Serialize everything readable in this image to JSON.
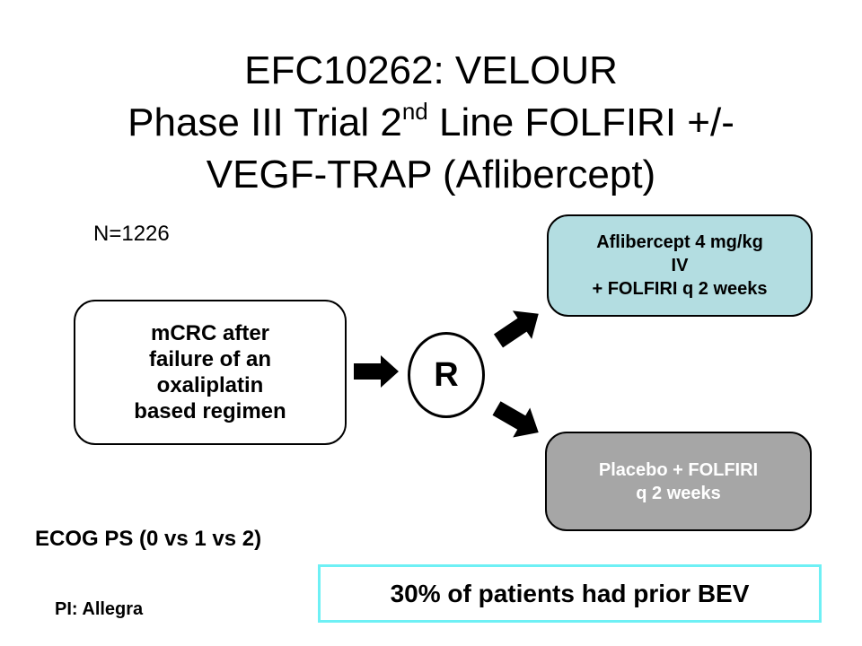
{
  "title": {
    "line1": "EFC10262: VELOUR",
    "line2_pre": "Phase III Trial 2",
    "line2_sup": "nd",
    "line2_post": " Line FOLFIRI +/-",
    "line3": "VEGF-TRAP (Aflibercept)"
  },
  "sample_size": "N=1226",
  "population": {
    "lines": [
      "mCRC after",
      "failure of an",
      "oxaliplatin",
      "based regimen"
    ]
  },
  "randomization": "R",
  "arms": [
    {
      "lines": [
        "Aflibercept 4 mg/kg",
        "IV",
        "+ FOLFIRI q 2 weeks"
      ],
      "fill_color": "#b3dde1"
    },
    {
      "lines": [
        "Placebo + FOLFIRI",
        "q 2 weeks"
      ],
      "fill_color": "#a6a6a6"
    }
  ],
  "stratification": "ECOG PS (0 vs 1 vs 2)",
  "callout": {
    "text": "30% of patients had prior BEV",
    "border_color": "#6ef0f5"
  },
  "pi": "PI: Allegra"
}
